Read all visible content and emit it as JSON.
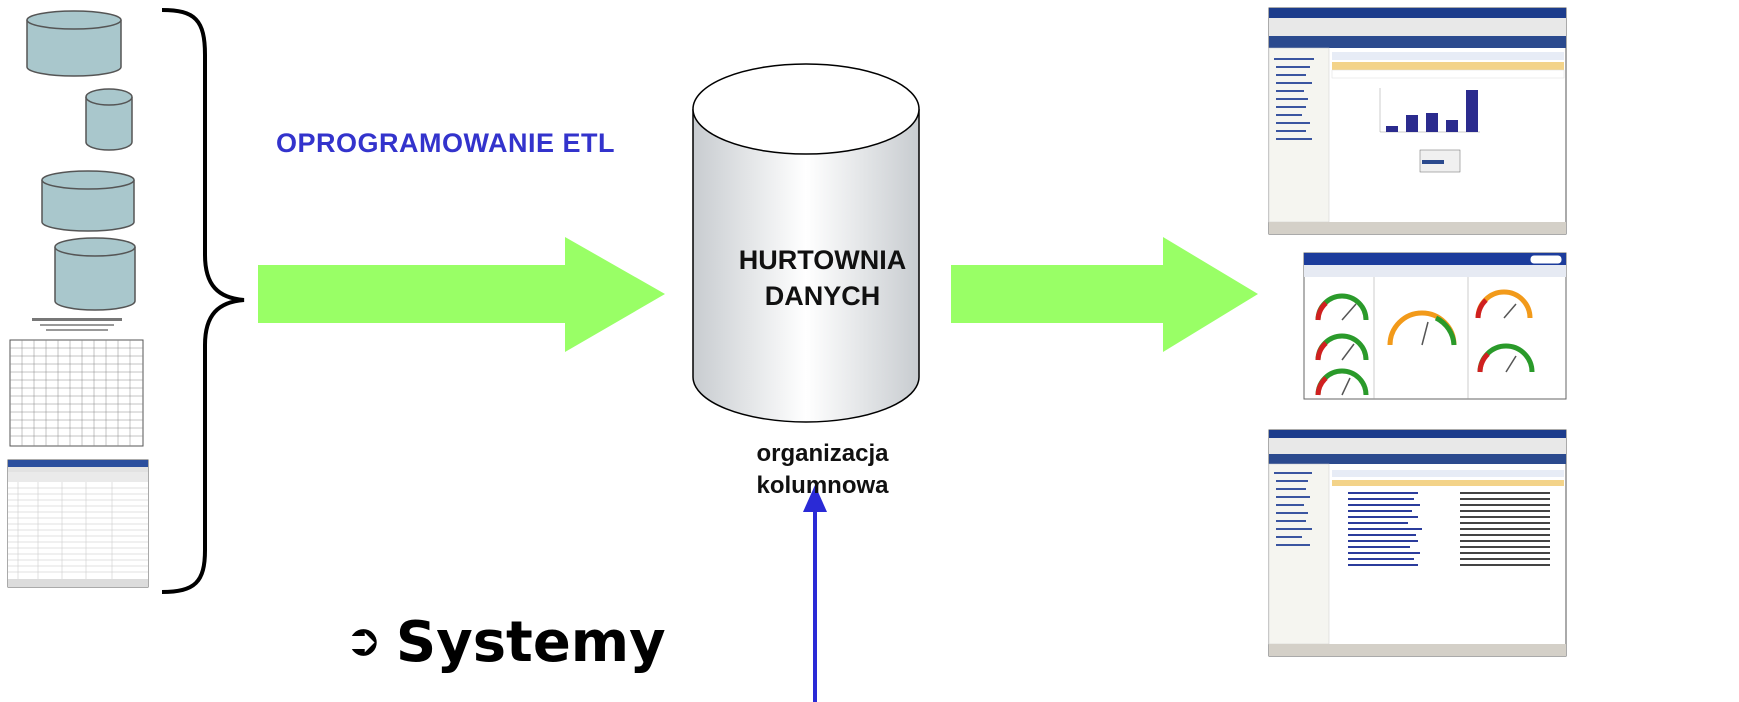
{
  "etl_label": "OPROGRAMOWANIE ETL",
  "warehouse": {
    "line1": "HURTOWNIA",
    "line2": "DANYCH"
  },
  "organization": {
    "line1": "organizacja",
    "line2": "kolumnowa"
  },
  "systems": {
    "bullet": "➲",
    "text": "Systemy"
  },
  "colors": {
    "arrow_green": "#99ff66",
    "label_blue": "#3333cc",
    "arrow_blue": "#2a2ad6",
    "cylinder_fill": "#a9c7cc"
  },
  "icons": [
    "database-icon",
    "bracket-icon",
    "arrow-right-icon",
    "arrow-up-icon"
  ]
}
